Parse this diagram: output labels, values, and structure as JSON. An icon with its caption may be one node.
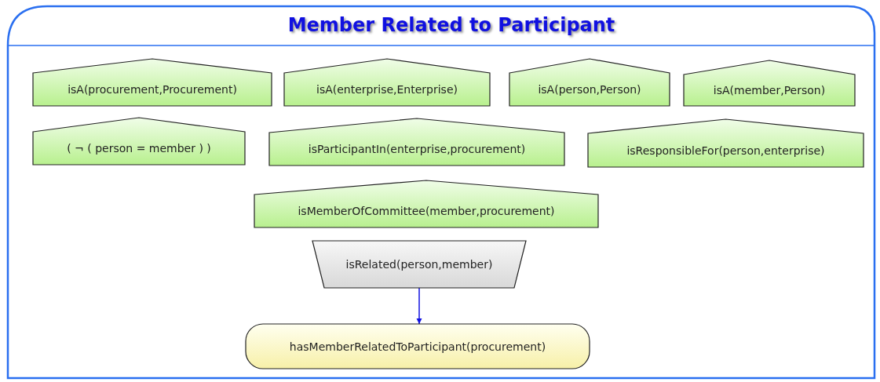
{
  "diagram": {
    "title": "Member Related to Participant",
    "nodes": [
      {
        "text": [
          "isA(procurement,Procurement)"
        ]
      },
      {
        "text": [
          "isA(enterprise,Enterprise)"
        ]
      },
      {
        "text": [
          "isA(person,Person)"
        ]
      },
      {
        "text": [
          "isA(member,Person)"
        ]
      },
      {
        "text": [
          "( ¬ ( person = member ) )"
        ]
      },
      {
        "text": [
          "isParticipantIn(enterprise,procurement)"
        ]
      },
      {
        "text": [
          "isResponsibleFor(person,enterprise)"
        ]
      },
      {
        "text": [
          "isMemberOfCommittee(member,procurement)"
        ]
      },
      {
        "text": [
          "isRelated(person,member)"
        ]
      },
      {
        "text": [
          "hasMemberRelatedToParticipant(procurement)"
        ]
      }
    ],
    "edges": [
      {
        "from": 8,
        "to": 9,
        "arrow": "to"
      }
    ]
  }
}
